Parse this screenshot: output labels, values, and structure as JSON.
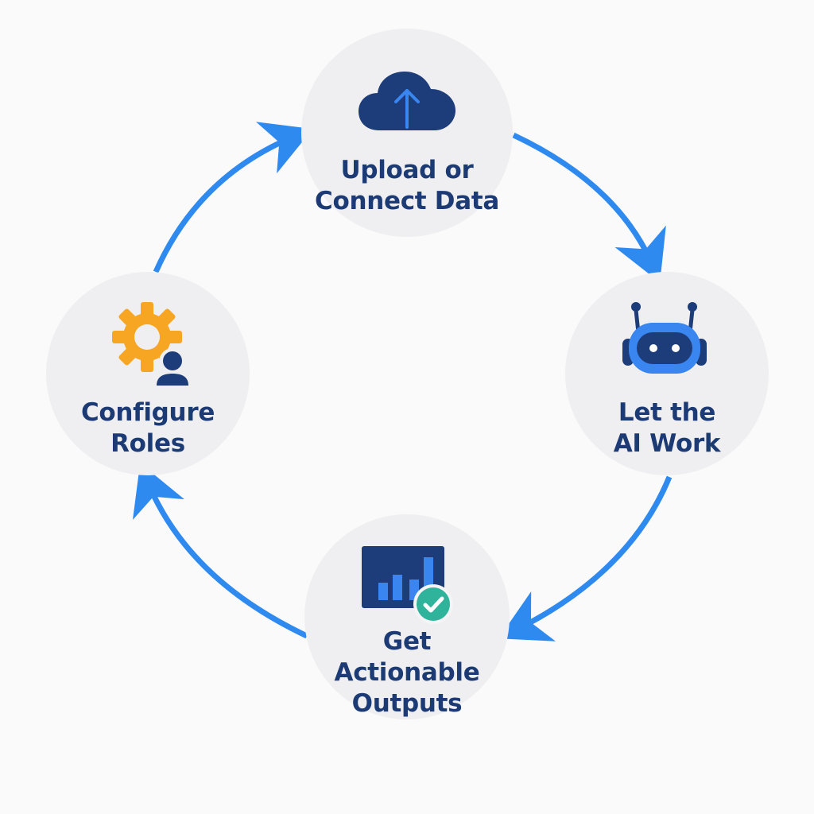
{
  "diagram": {
    "steps": [
      {
        "id": "upload",
        "icon": "cloud-upload-icon",
        "label_lines": [
          "Upload or",
          "Connect Data"
        ]
      },
      {
        "id": "ai",
        "icon": "robot-icon",
        "label_lines": [
          "Let the",
          "AI Work"
        ]
      },
      {
        "id": "outputs",
        "icon": "chart-check-icon",
        "label_lines": [
          "Get",
          "Actionable",
          "Outputs"
        ]
      },
      {
        "id": "roles",
        "icon": "gear-user-icon",
        "label_lines": [
          "Configure",
          "Roles"
        ]
      }
    ],
    "flow": "clockwise",
    "colors": {
      "arrow": "#2f8af0",
      "node_fill": "#efeff1",
      "label_text": "#1c3a73",
      "icon_navy": "#1d3c7a",
      "icon_blue": "#3a86f0",
      "icon_orange": "#f6a623",
      "icon_teal": "#2fb39a",
      "background": "#fafafa"
    }
  }
}
